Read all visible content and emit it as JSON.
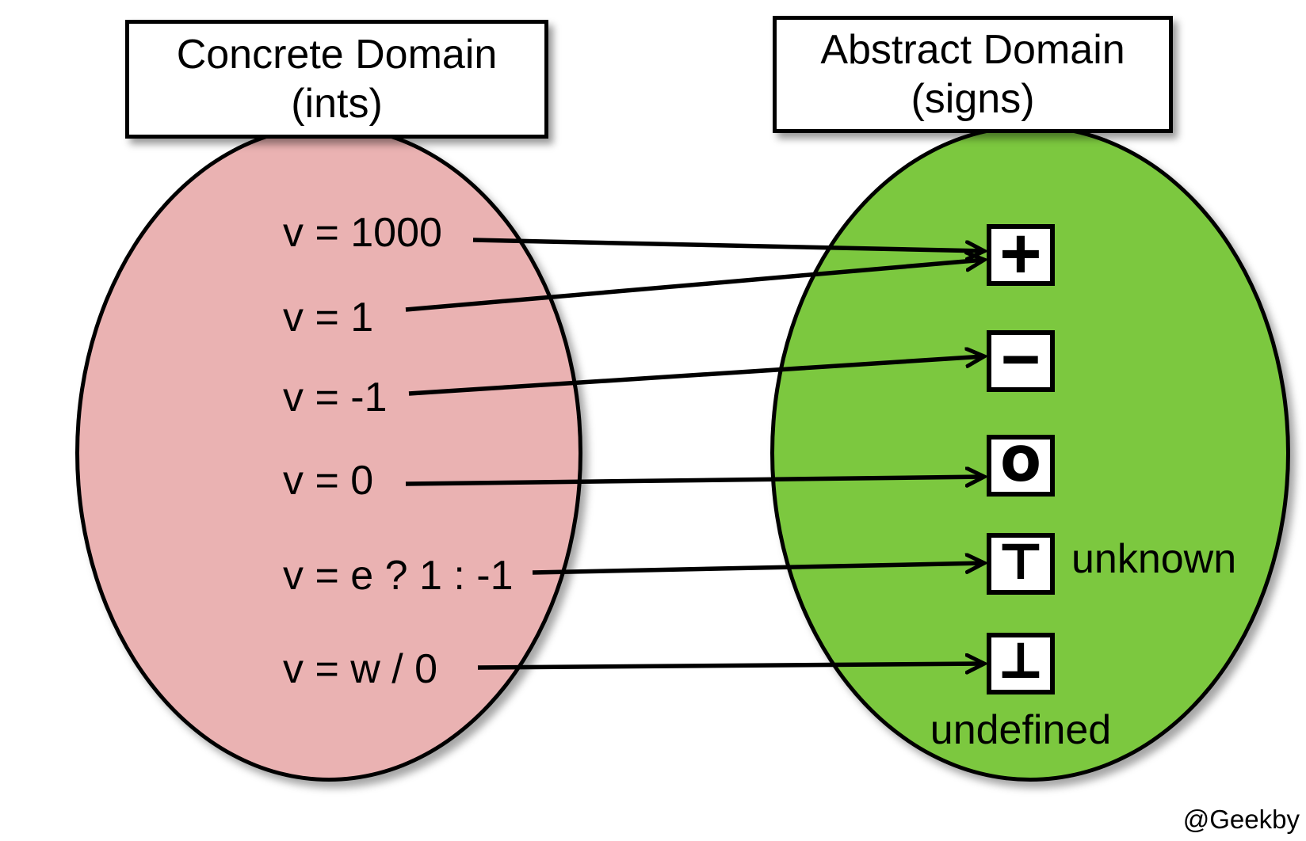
{
  "concrete": {
    "title_line1": "Concrete Domain",
    "title_line2": "(ints)",
    "items": [
      {
        "label": "v = 1000"
      },
      {
        "label": "v = 1"
      },
      {
        "label": "v = -1"
      },
      {
        "label": "v = 0"
      },
      {
        "label": "v = e ? 1 : -1"
      },
      {
        "label": "v = w / 0"
      }
    ]
  },
  "abstract": {
    "title_line1": "Abstract Domain",
    "title_line2": "(signs)",
    "items": [
      {
        "name": "plus",
        "symbol": "+",
        "annotation": ""
      },
      {
        "name": "minus",
        "symbol": "−",
        "annotation": ""
      },
      {
        "name": "zero",
        "symbol": "O",
        "annotation": ""
      },
      {
        "name": "top",
        "symbol": "⊤",
        "annotation": "unknown"
      },
      {
        "name": "bottom",
        "symbol": "⊥",
        "annotation": "undefined"
      }
    ]
  },
  "mappings": [
    {
      "from": "v = 1000",
      "to": "plus"
    },
    {
      "from": "v = 1",
      "to": "plus"
    },
    {
      "from": "v = -1",
      "to": "minus"
    },
    {
      "from": "v = 0",
      "to": "zero"
    },
    {
      "from": "v = e ? 1 : -1",
      "to": "top"
    },
    {
      "from": "v = w / 0",
      "to": "bottom"
    }
  ],
  "colors": {
    "concrete_fill": "#eab2b2",
    "abstract_fill": "#7cc83f",
    "outline": "#000000",
    "box_fill": "#ffffff"
  },
  "watermark": "@Geekby"
}
